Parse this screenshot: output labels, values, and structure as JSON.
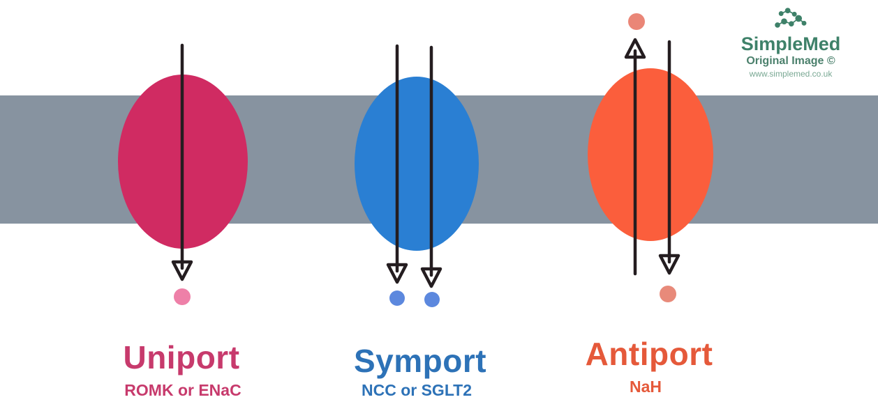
{
  "diagram": {
    "uniport": {
      "title": "Uniport",
      "subtitle": "ROMK or ENaC"
    },
    "symport": {
      "title": "Symport",
      "subtitle": "NCC or SGLT2"
    },
    "antiport": {
      "title": "Antiport",
      "subtitle": "NaH"
    }
  },
  "logo": {
    "name": "SimpleMed",
    "tagline": "Original Image ©",
    "url": "www.simplemed.co.uk"
  },
  "colors": {
    "membrane": "#8793a0",
    "uniport_ellipse": "#d02b62",
    "uniport_text": "#c73a6c",
    "uniport_dot": "#ee80a8",
    "symport_ellipse": "#2a7fd3",
    "symport_text": "#2d72b7",
    "symport_dot": "#5c88de",
    "antiport_ellipse": "#fb5e3c",
    "antiport_text": "#e5593a",
    "antiport_dot": "#ea8677",
    "arrow": "#241d20",
    "logo_green": "#3e8169"
  },
  "icons": {
    "logo": "molecule-network-icon"
  }
}
